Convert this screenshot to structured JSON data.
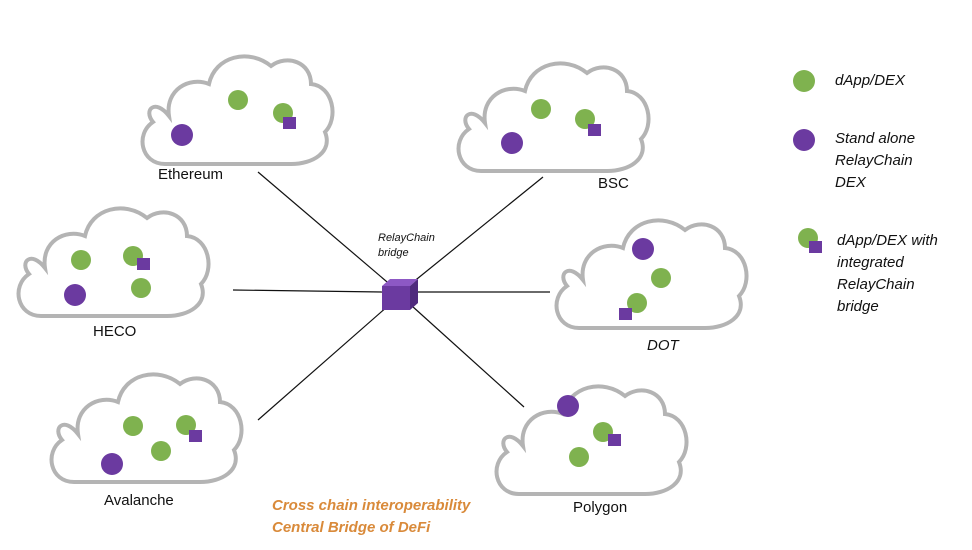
{
  "colors": {
    "dapp": "#7fb24f",
    "relay": "#6b3aa0",
    "cloud_stroke": "#b4b4b4",
    "line": "#111111",
    "caption": "#d98a3a"
  },
  "hub": {
    "label_line1": "RelayChain",
    "label_line2": "bridge"
  },
  "clouds": {
    "ethereum": {
      "label": "Ethereum"
    },
    "bsc": {
      "label": "BSC"
    },
    "heco": {
      "label": "HECO"
    },
    "dot": {
      "label": "DOT"
    },
    "avalanche": {
      "label": "Avalanche"
    },
    "polygon": {
      "label": "Polygon"
    }
  },
  "legend": {
    "dapp": {
      "label": "dApp/DEX"
    },
    "standalone": {
      "line1": "Stand alone",
      "line2": "RelayChain",
      "line3": "DEX"
    },
    "integrated": {
      "line1": "dApp/DEX with",
      "line2": "integrated",
      "line3": "RelayChain",
      "line4": "bridge"
    }
  },
  "caption": {
    "line1": "Cross chain interoperability",
    "line2": "Central Bridge of DeFi"
  }
}
